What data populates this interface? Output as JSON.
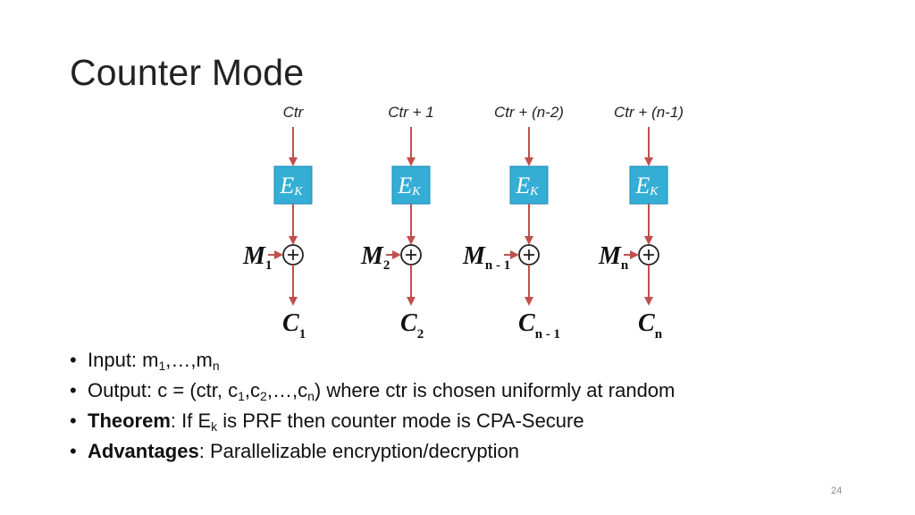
{
  "slide": {
    "title": "Counter Mode",
    "page_number": "24"
  },
  "diagram": {
    "colors": {
      "arrow": "#c0504d",
      "block_fill": "#35aed6",
      "block_stroke": "#1f8cb5",
      "xor": "#222222"
    },
    "cipher_label": "E",
    "cipher_sub": "K",
    "columns": [
      {
        "ctr": "Ctr",
        "m": "M",
        "m_sub": "1",
        "c": "C",
        "c_sub": "1"
      },
      {
        "ctr": "Ctr + 1",
        "m": "M",
        "m_sub": "2",
        "c": "C",
        "c_sub": "2"
      },
      {
        "ctr": "Ctr + (n-2)",
        "m": "M",
        "m_sub": "n - 1",
        "c": "C",
        "c_sub": "n - 1"
      },
      {
        "ctr": "Ctr + (n-1)",
        "m": "M",
        "m_sub": "n",
        "c": "C",
        "c_sub": "n"
      }
    ]
  },
  "bullets": {
    "input": {
      "label": "Input: m",
      "s1": "1",
      "mid": ",…,m",
      "s2": "n"
    },
    "output": {
      "label": "Output: c = (ctr, c",
      "s1": "1",
      "t1": ",c",
      "s2": "2",
      "t2": ",…,c",
      "s3": "n",
      "tail": ") where ctr is chosen uniformly at random"
    },
    "theorem": {
      "bold": "Theorem",
      "text1": ": If E",
      "sub": "k",
      "text2": " is PRF then counter mode is CPA-Secure"
    },
    "advantages": {
      "bold": "Advantages",
      "text": ": Parallelizable encryption/decryption"
    }
  }
}
